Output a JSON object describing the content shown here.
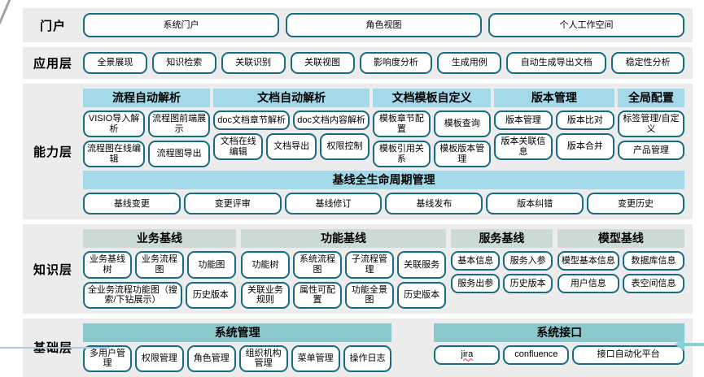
{
  "colors": {
    "band_bg": "#ececec",
    "capability_header_bg": "#a4d9e9",
    "knowledge_header_bg": "#cddbd7",
    "base_header_bg": "#8cc9cc",
    "box_border": "#196b80",
    "bottom_line": "#a8cbe8",
    "arrow": "#86d2d6"
  },
  "portal": {
    "label": "门户",
    "buttons": [
      "系统门户",
      "角色视图",
      "个人工作空间"
    ]
  },
  "application": {
    "label": "应用层",
    "buttons": [
      "全景展现",
      "知识检索",
      "关联识别",
      "关联视图",
      "影响度分析",
      "生成用例",
      "自动生成导出文档",
      "稳定性分析"
    ]
  },
  "capability": {
    "label": "能力层",
    "groups": [
      {
        "header": "流程自动解析",
        "rows": [
          [
            "VISIO导入解析",
            "流程图前端展示"
          ],
          [
            "流程图在线编辑",
            "流程图导出"
          ]
        ]
      },
      {
        "header": "文档自动解析",
        "rows": [
          [
            "doc文档章节解析",
            "doc文档内容解析"
          ],
          [
            "文档在线编辑",
            "文档导出",
            "权限控制"
          ]
        ]
      },
      {
        "header": "文档模板自定义",
        "rows": [
          [
            "模板章节配置",
            "模板查询"
          ],
          [
            "模板引用关系",
            "模板版本管理"
          ]
        ]
      },
      {
        "header": "版本管理",
        "rows": [
          [
            "版本管理",
            "版本比对"
          ],
          [
            "版本关联信息",
            "版本合并"
          ]
        ]
      },
      {
        "header": "全局配置",
        "rows": [
          [
            "标签管理/自定义"
          ],
          [
            "产品管理"
          ]
        ]
      }
    ],
    "baseline": {
      "header": "基线全生命周期管理",
      "buttons": [
        "基线变更",
        "变更评审",
        "基线修订",
        "基线发布",
        "版本纠错",
        "变更历史"
      ]
    }
  },
  "knowledge": {
    "label": "知识层",
    "groups": [
      {
        "header": "业务基线",
        "rows": [
          [
            "业务基线树",
            "业务流程图",
            "功能图"
          ],
          [
            "全业务流程功能图（搜索/下钻展示）",
            "历史版本"
          ]
        ]
      },
      {
        "header": "功能基线",
        "rows": [
          [
            "功能树",
            "系统流程图",
            "子流程管理",
            "关联服务"
          ],
          [
            "关联业务规则",
            "属性可配置",
            "功能全景图",
            "历史版本"
          ]
        ]
      },
      {
        "header": "服务基线",
        "rows": [
          [
            "基本信息",
            "服务入参"
          ],
          [
            "服务出参",
            "历史版本"
          ]
        ]
      },
      {
        "header": "模型基线",
        "rows": [
          [
            "模型基本信息",
            "数据库信息"
          ],
          [
            "用户信息",
            "表空间信息"
          ]
        ]
      }
    ]
  },
  "base": {
    "label": "基础层",
    "groups": [
      {
        "header": "系统管理",
        "rows": [
          [
            "多用户管理",
            "权限管理",
            "角色管理",
            "组织机构管理",
            "菜单管理",
            "操作日志"
          ]
        ]
      },
      {
        "header": "系统接口",
        "rows": [
          [
            "jira",
            "confluence",
            "接口自动化平台"
          ]
        ]
      }
    ]
  }
}
